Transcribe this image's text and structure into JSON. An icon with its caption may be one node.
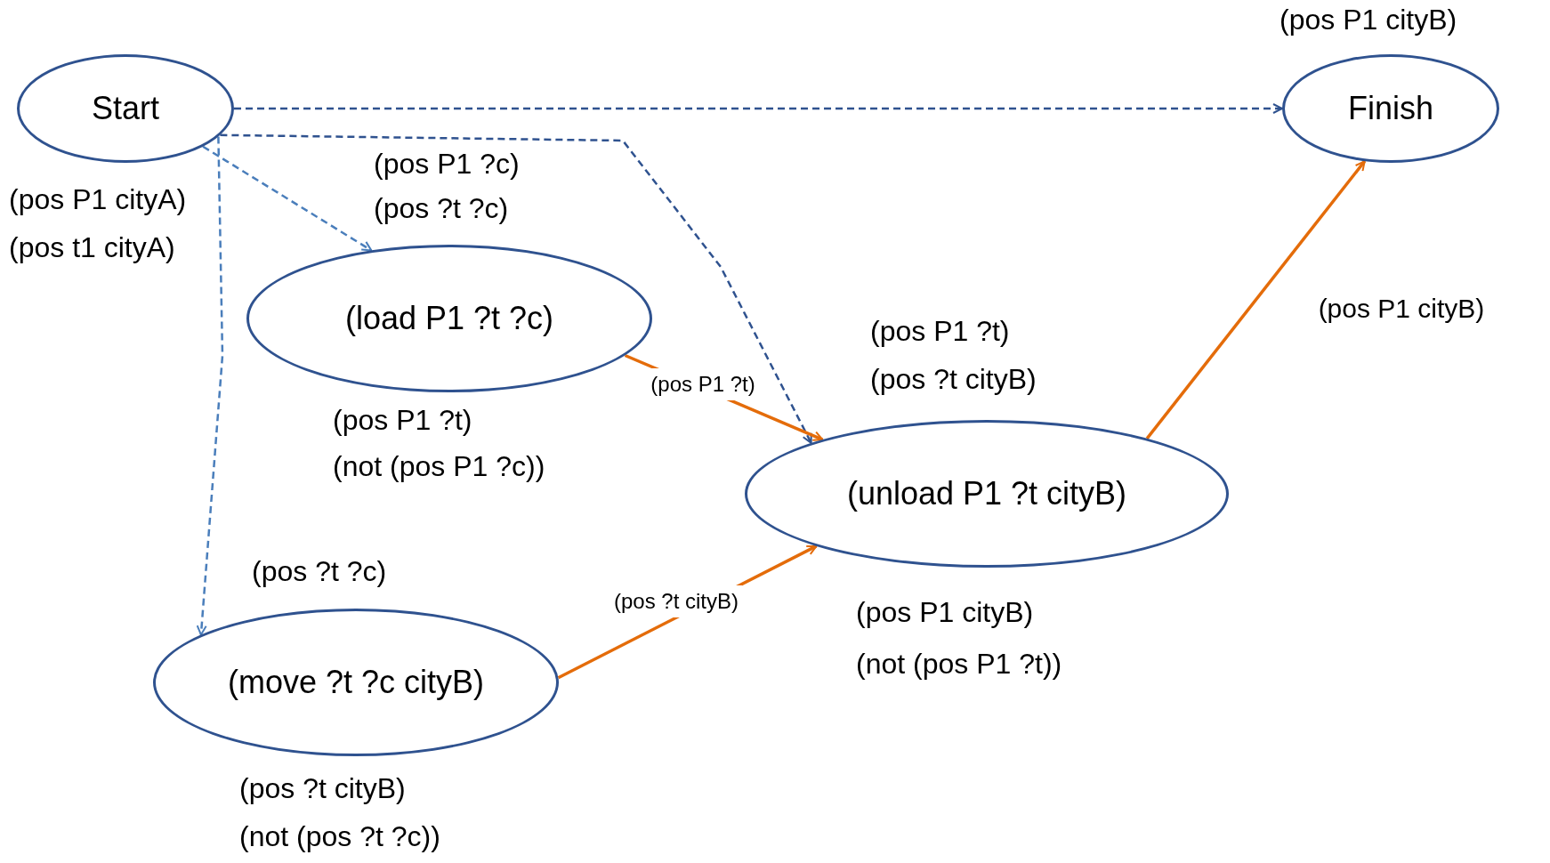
{
  "diagram": {
    "nodes": [
      {
        "text": [
          "Start"
        ],
        "beside": [
          "(pos P1 cityA)",
          "(pos t1 cityA)"
        ]
      },
      {
        "text": [
          "Finish"
        ],
        "beside": [
          "(pos P1 cityB)"
        ]
      },
      {
        "text": [
          "(load P1 ?t ?c)"
        ],
        "beside": [
          "(pos P1 ?c)",
          "(pos ?t ?c)",
          "(pos P1 ?t)",
          "(not (pos P1 ?c))"
        ]
      },
      {
        "text": [
          "(unload P1 ?t cityB)"
        ],
        "beside": [
          "(pos P1 ?t)",
          "(pos ?t cityB)",
          "(pos P1 cityB)",
          "(not (pos P1 ?t))"
        ]
      },
      {
        "text": [
          "(move ?t ?c cityB)"
        ],
        "beside": [
          "(pos ?t ?c)",
          "(pos ?t cityB)",
          "(not (pos ?t ?c))"
        ]
      }
    ],
    "edges": [
      {
        "from": 0,
        "to": 1,
        "arrow": "to",
        "style": "dashed",
        "color": "#2f528f"
      },
      {
        "from": 0,
        "to": 2,
        "arrow": "to",
        "style": "dashed",
        "color": "#4a7ebb"
      },
      {
        "from": 0,
        "to": 3,
        "arrow": "to",
        "style": "dashed",
        "color": "#2f528f"
      },
      {
        "from": 0,
        "to": 4,
        "arrow": "to",
        "style": "dashed",
        "color": "#4a7ebb"
      },
      {
        "from": 2,
        "to": 3,
        "arrow": "to",
        "label": "(pos P1 ?t)",
        "color": "#e46c0a"
      },
      {
        "from": 4,
        "to": 3,
        "arrow": "to",
        "label": "(pos ?t cityB)",
        "color": "#e46c0a"
      },
      {
        "from": 3,
        "to": 1,
        "arrow": "to",
        "label": "(pos P1 cityB)",
        "color": "#e46c0a"
      }
    ]
  }
}
